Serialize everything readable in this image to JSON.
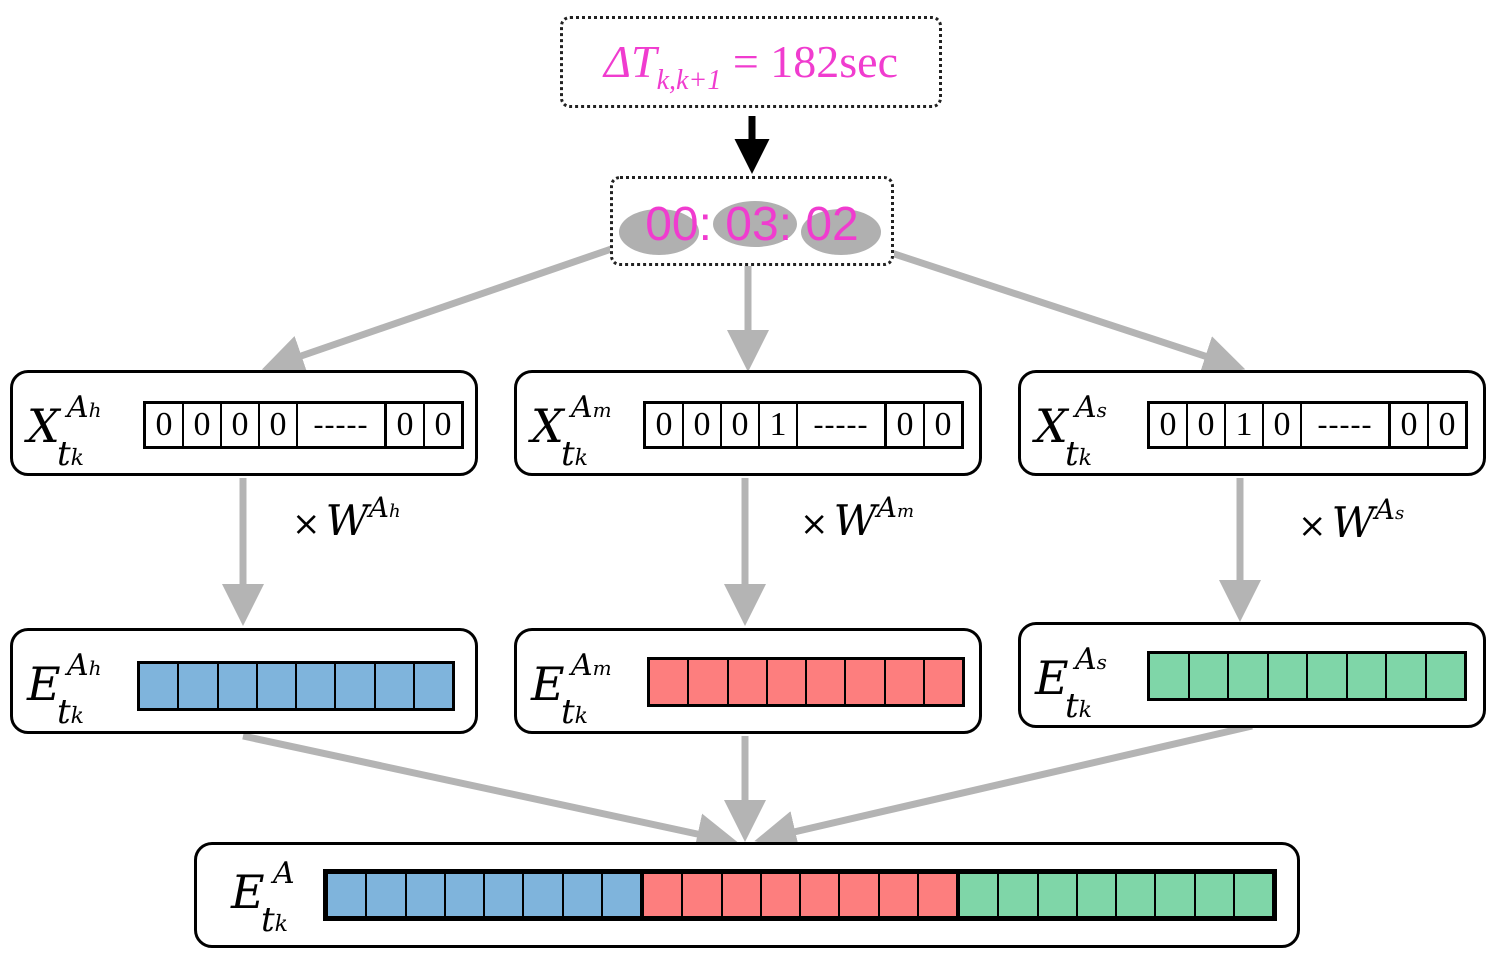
{
  "colors": {
    "accent": "#f03ccf",
    "arrow_gray": "#b4b4b4",
    "hour_fill": "#7fb4dc",
    "minute_fill": "#fd7e7e",
    "second_fill": "#7fd6a8"
  },
  "delta": {
    "symbol": "ΔT",
    "subscript": "k,k+1",
    "equals": "= 182sec"
  },
  "clock": {
    "text": "00: 03: 02"
  },
  "one_hot_label": "X",
  "embed_label": "E",
  "time_sub": "t",
  "time_subsub": "k",
  "attr_sup": "A",
  "weight_mult": "×",
  "weight_symbol": "W",
  "columns": [
    {
      "key": "hour",
      "attr_sub": "h",
      "cells_left": [
        "0",
        "0",
        "0",
        "0"
      ],
      "dashes": "-----",
      "cells_right": [
        "0",
        "0"
      ]
    },
    {
      "key": "minute",
      "attr_sub": "m",
      "cells_left": [
        "0",
        "0",
        "0",
        "1"
      ],
      "dashes": "-----",
      "cells_right": [
        "0",
        "0"
      ]
    },
    {
      "key": "second",
      "attr_sub": "s",
      "cells_left": [
        "0",
        "0",
        "1",
        "0"
      ],
      "dashes": "-----",
      "cells_right": [
        "0",
        "0"
      ]
    }
  ],
  "final": {
    "label": "E",
    "sup": "A",
    "sub": "t",
    "subsub": "k"
  }
}
